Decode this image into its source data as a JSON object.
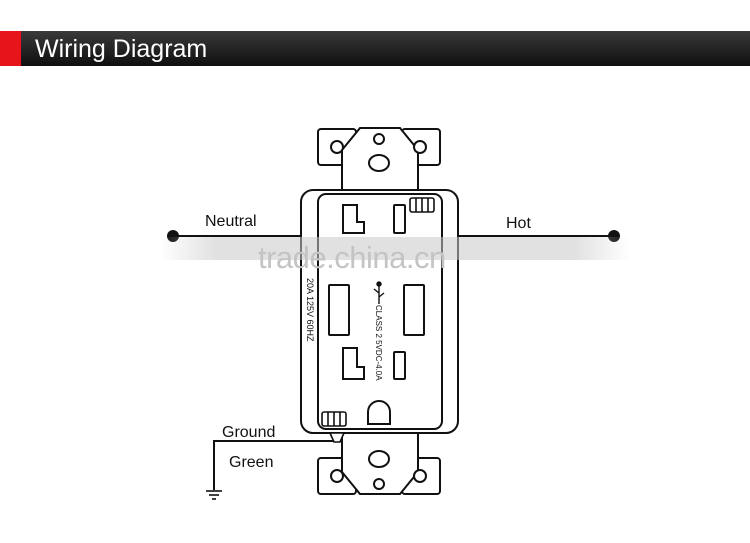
{
  "header": {
    "title": "Wiring Diagram",
    "accent_color": "#e8141b",
    "bar_color": "#1a1a1a"
  },
  "labels": {
    "neutral": "Neutral",
    "hot": "Hot",
    "ground": "Ground",
    "green": "Green"
  },
  "device_text": {
    "rating": "20A 125V 60HZ",
    "usb_rating": "CLASS 2  5VDC-4.0A"
  },
  "watermark": "trade.china.cn"
}
